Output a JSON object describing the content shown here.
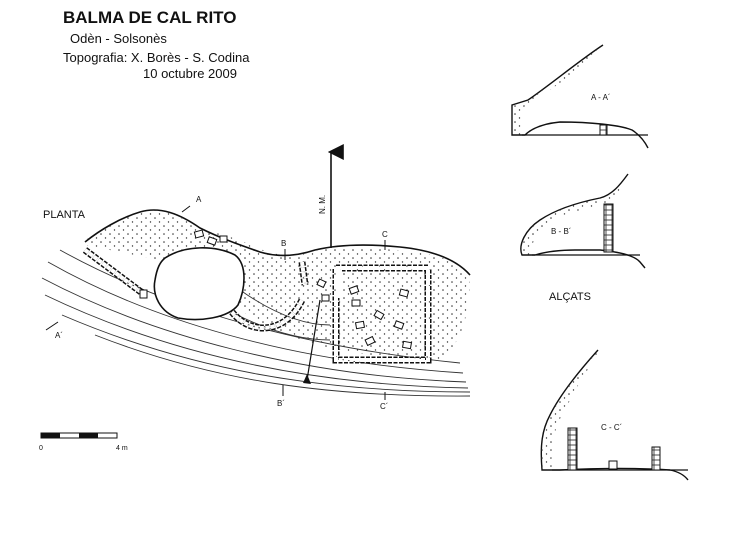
{
  "header": {
    "title": "BALMA DE CAL RITO",
    "location": "Odèn - Solsonès",
    "survey": "Topografia: X. Borès - S. Codina",
    "date": "10 octubre 2009"
  },
  "plan": {
    "label": "PLANTA",
    "north": "N. M.",
    "section_labels": {
      "a": "A",
      "a_prime": "A´",
      "b": "B",
      "b_prime": "B´",
      "c": "C",
      "c_prime": "C´"
    },
    "scale": {
      "start": "0",
      "end": "4 m"
    }
  },
  "elevations": {
    "label": "ALÇATS",
    "sections": [
      "A - A´",
      "B - B´",
      "C - C´"
    ]
  }
}
